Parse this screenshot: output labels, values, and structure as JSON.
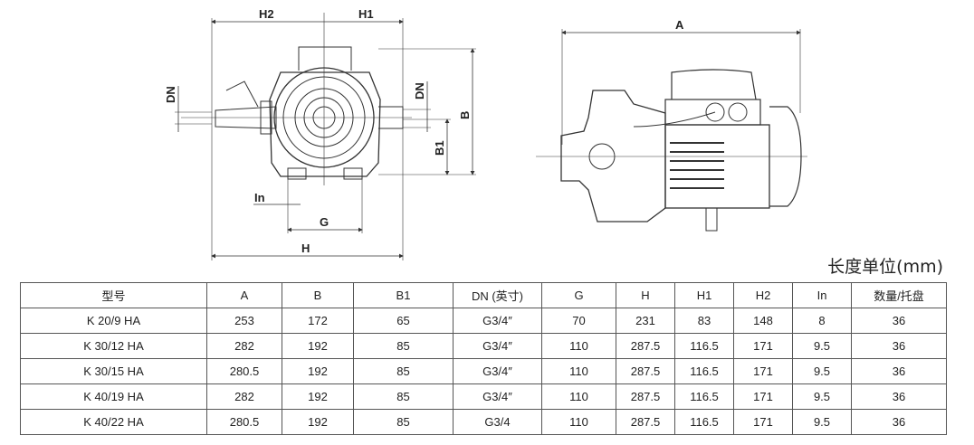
{
  "drawing_front": {
    "labels": {
      "h2": "H2",
      "h1": "H1",
      "dn_left": "DN",
      "dn_right": "DN",
      "b": "B",
      "b1": "B1",
      "in": "In",
      "g": "G",
      "h": "H"
    }
  },
  "drawing_side": {
    "labels": {
      "a": "A"
    }
  },
  "unit_label": "长度单位(mm)",
  "table": {
    "headers": [
      "型号",
      "A",
      "B",
      "B1",
      "DN (英寸)",
      "G",
      "H",
      "H1",
      "H2",
      "In",
      "数量/托盘"
    ],
    "rows": [
      [
        "K 20/9 HA",
        "253",
        "172",
        "65",
        "G3/4″",
        "70",
        "231",
        "83",
        "148",
        "8",
        "36"
      ],
      [
        "K 30/12 HA",
        "282",
        "192",
        "85",
        "G3/4″",
        "110",
        "287.5",
        "116.5",
        "171",
        "9.5",
        "36"
      ],
      [
        "K 30/15 HA",
        "280.5",
        "192",
        "85",
        "G3/4″",
        "110",
        "287.5",
        "116.5",
        "171",
        "9.5",
        "36"
      ],
      [
        "K 40/19 HA",
        "282",
        "192",
        "85",
        "G3/4″",
        "110",
        "287.5",
        "116.5",
        "171",
        "9.5",
        "36"
      ],
      [
        "K 40/22 HA",
        "280.5",
        "192",
        "85",
        "G3/4",
        "110",
        "287.5",
        "116.5",
        "171",
        "9.5",
        "36"
      ]
    ]
  }
}
